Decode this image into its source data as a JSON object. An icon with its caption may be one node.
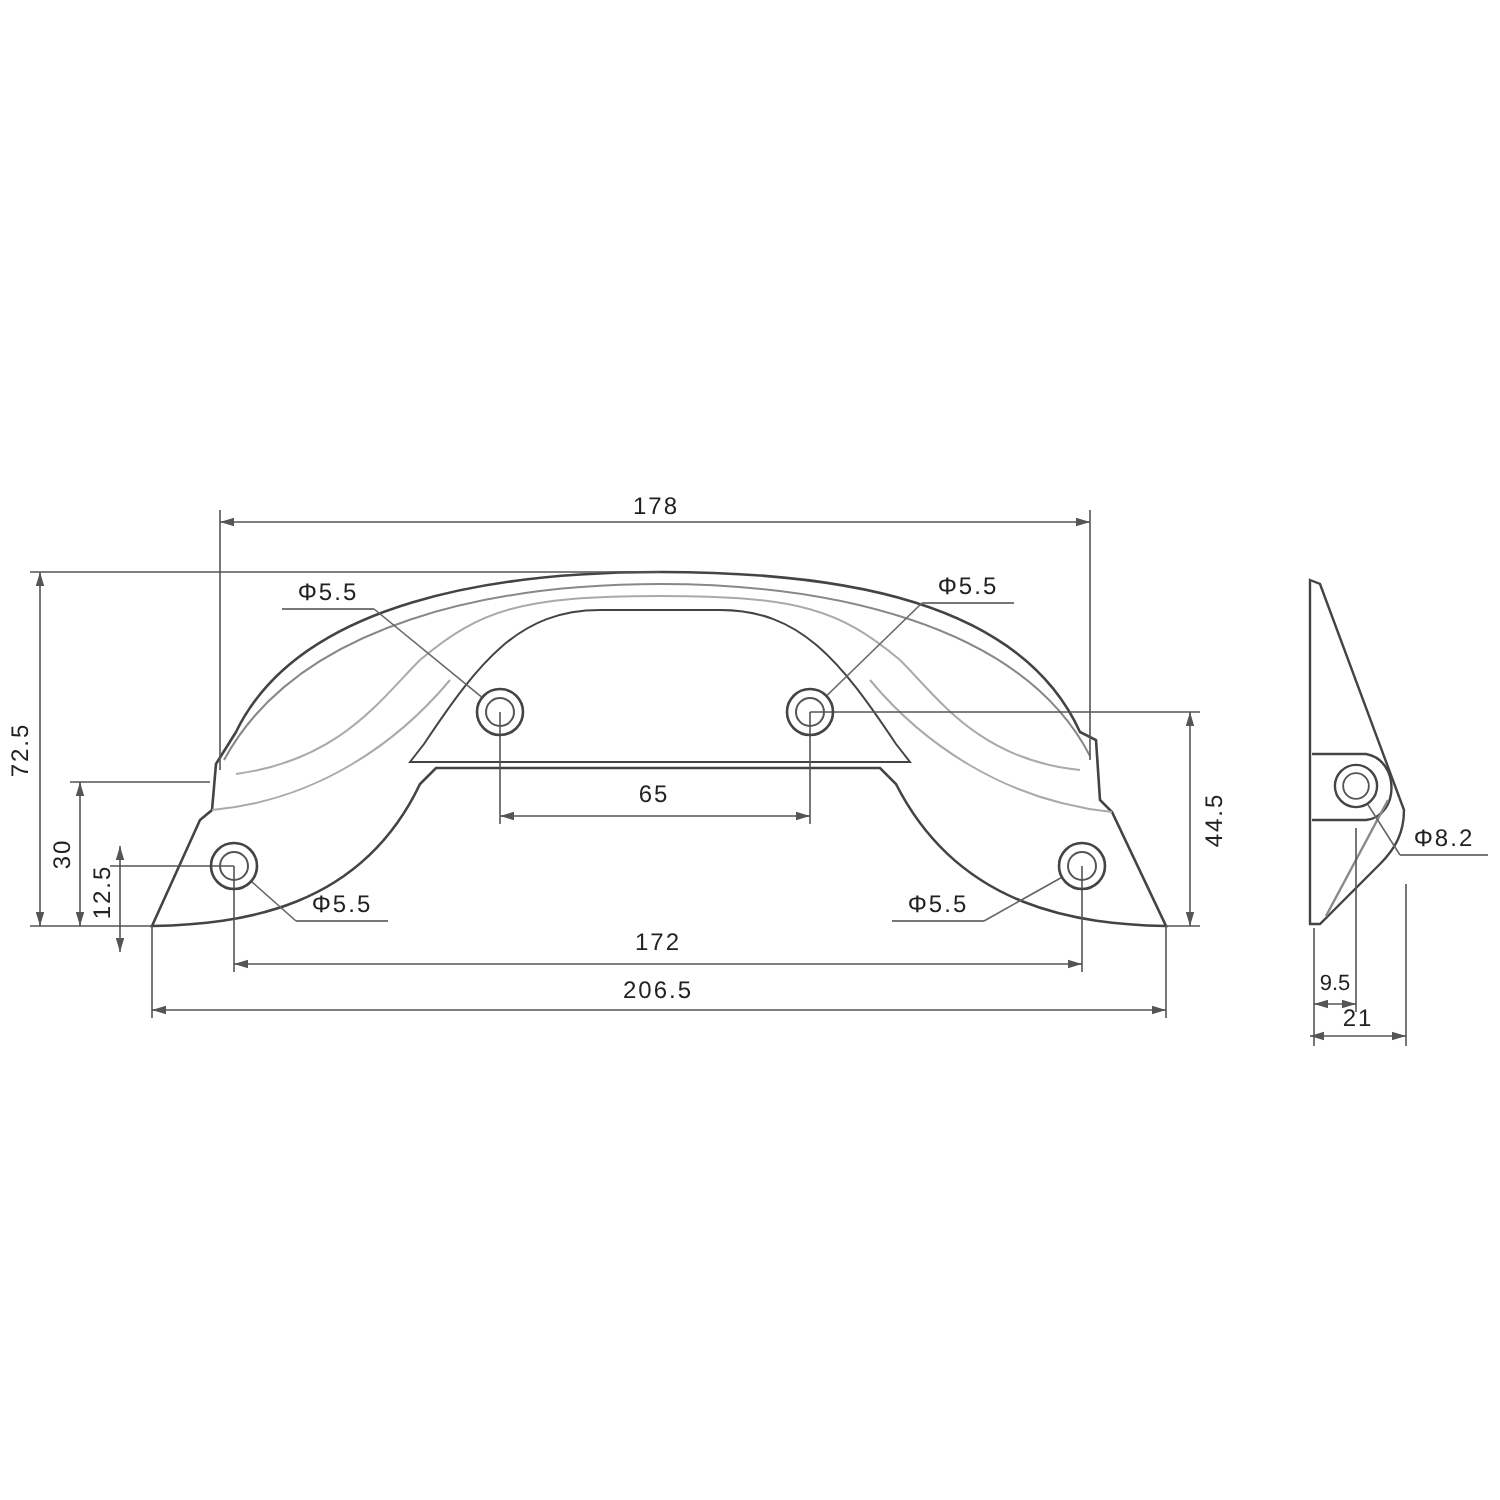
{
  "diagram": {
    "nodes": [
      {
        "text": [
          "Φ5.5"
        ]
      },
      {
        "text": [],
        "shape": "circle"
      },
      {
        "text": [
          "Φ5.5"
        ]
      },
      {
        "text": [],
        "shape": "circle"
      },
      {
        "text": [],
        "shape": "circle"
      },
      {
        "text": [
          "Φ5.5"
        ]
      },
      {
        "text": [],
        "shape": "circle"
      },
      {
        "text": [
          "Φ5.5"
        ]
      },
      {
        "text": [],
        "shape": "circle"
      },
      {
        "text": [
          "Φ8.2"
        ]
      }
    ],
    "edges": [
      {
        "from": 0,
        "to": 1,
        "arrow": "none"
      },
      {
        "from": 2,
        "to": 3,
        "arrow": "none"
      },
      {
        "from": 5,
        "to": 4,
        "arrow": "none"
      },
      {
        "from": 7,
        "to": 6,
        "arrow": "none"
      },
      {
        "from": 9,
        "to": 8,
        "arrow": "none"
      }
    ],
    "labels": [
      "178",
      "72.5",
      "30",
      "12.5",
      "65",
      "44.5",
      "172",
      "206.5",
      "9.5",
      "21"
    ]
  }
}
